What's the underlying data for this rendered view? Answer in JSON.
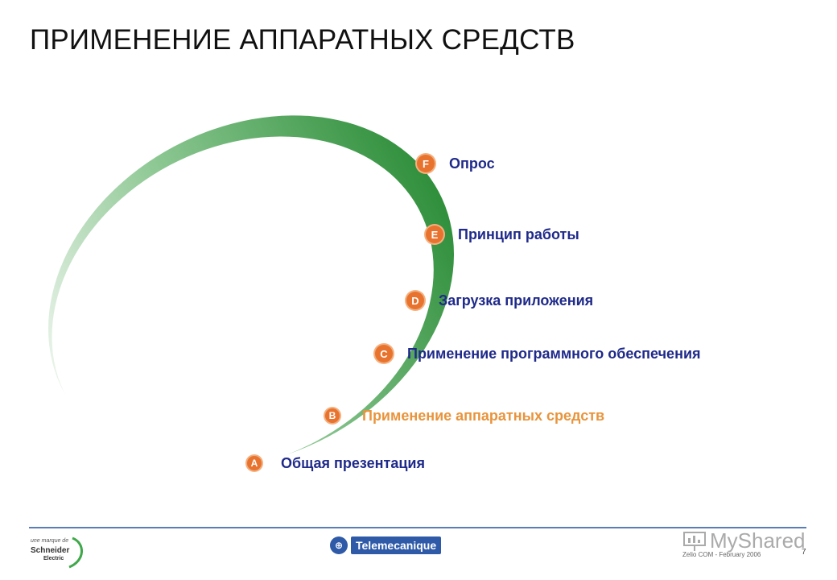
{
  "title": "ПРИМЕНЕНИЕ АППАРАТНЫХ СРЕДСТВ",
  "colors": {
    "ring_green": "#3b9a45",
    "badge_orange": "#e8732e",
    "label_blue": "#1f2a8a",
    "active_label": "#e8943c"
  },
  "steps": [
    {
      "letter": "F",
      "label": "Опрос",
      "active": false
    },
    {
      "letter": "E",
      "label": "Принцип работы",
      "active": false
    },
    {
      "letter": "D",
      "label": "Загрузка приложения",
      "active": false
    },
    {
      "letter": "C",
      "label": "Применение программного обеспечения",
      "active": false
    },
    {
      "letter": "B",
      "label": "Применение аппаратных средств",
      "active": true
    },
    {
      "letter": "A",
      "label": "Общая презентация",
      "active": false
    }
  ],
  "footer": {
    "schneider_tagline": "une marque de",
    "schneider_brand": "Schneider",
    "schneider_sub": "Electric",
    "telemecanique": "Telemecanique",
    "watermark": "MyShared",
    "note": "Zelio COM - February 2006",
    "page": "7"
  }
}
